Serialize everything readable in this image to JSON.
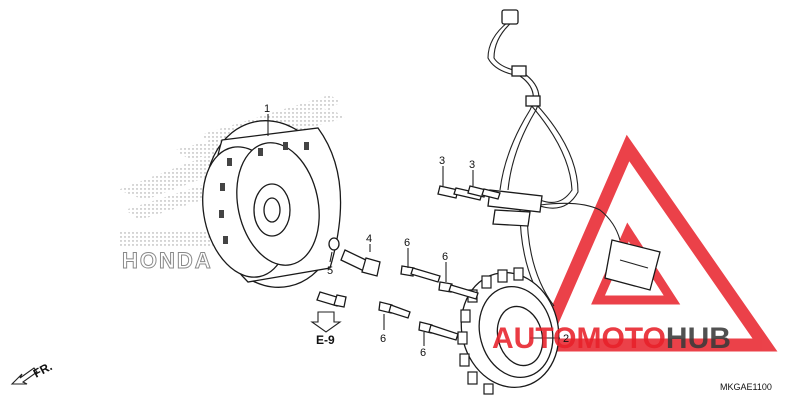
{
  "callouts": [
    {
      "id": "flywheel",
      "text": "1"
    },
    {
      "id": "stator",
      "text": "2"
    },
    {
      "id": "bolt-3a",
      "text": "3"
    },
    {
      "id": "bolt-3b",
      "text": "3"
    },
    {
      "id": "bolt-4",
      "text": "4"
    },
    {
      "id": "washer-5",
      "text": "5"
    },
    {
      "id": "bolt-6a",
      "text": "6"
    },
    {
      "id": "bolt-6b",
      "text": "6"
    },
    {
      "id": "bolt-6c",
      "text": "6"
    },
    {
      "id": "bolt-6d",
      "text": "6"
    }
  ],
  "reference": {
    "text": "E-9"
  },
  "direction": {
    "text": "FR."
  },
  "diagram_code": {
    "text": "MKGAE1100"
  },
  "watermark": {
    "part1": "AUTO",
    "part2": "MOTO",
    "part3": "HUB",
    "color_red": "#e8212a",
    "color_dark": "#3a3a3a"
  },
  "brand_background": {
    "text": "HONDA"
  }
}
